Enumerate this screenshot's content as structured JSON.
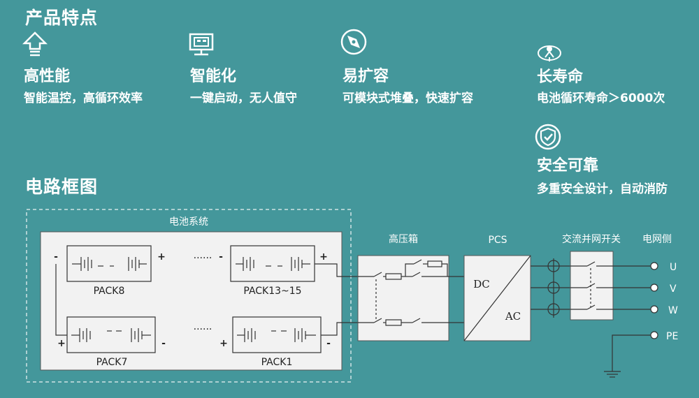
{
  "headings": {
    "features": "产品特点",
    "circuit": "电路框图"
  },
  "features": [
    {
      "title": "高性能",
      "desc": "智能温控，高循环效率",
      "icon": "arrow-up-icon"
    },
    {
      "title": "智能化",
      "desc": "一键启动，无人值守",
      "icon": "monitor-icon"
    },
    {
      "title": "易扩容",
      "desc": "可模块式堆叠，快速扩容",
      "icon": "compass-icon"
    },
    {
      "title": "长寿命",
      "desc": "电池循环寿命＞6000次",
      "icon": "lamp-icon"
    },
    {
      "title": "安全可靠",
      "desc": "多重安全设计，自动消防",
      "icon": "shield-check-icon"
    }
  ],
  "diagram": {
    "battery_system": "电池系统",
    "packs": {
      "pack8": "PACK8",
      "pack13_15": "PACK13~15",
      "pack7": "PACK7",
      "pack1": "PACK1"
    },
    "plus": "+",
    "minus": "-",
    "dots": "······",
    "hv_box": "高压箱",
    "pcs": "PCS",
    "dc": "DC",
    "ac": "AC",
    "grid_switch": "交流并网开关",
    "grid_side": "电网侧",
    "phases": [
      "U",
      "V",
      "W",
      "PE"
    ]
  },
  "colors": {
    "background": "#44979b",
    "panel": "#f2f2f2",
    "line": "#333333"
  }
}
